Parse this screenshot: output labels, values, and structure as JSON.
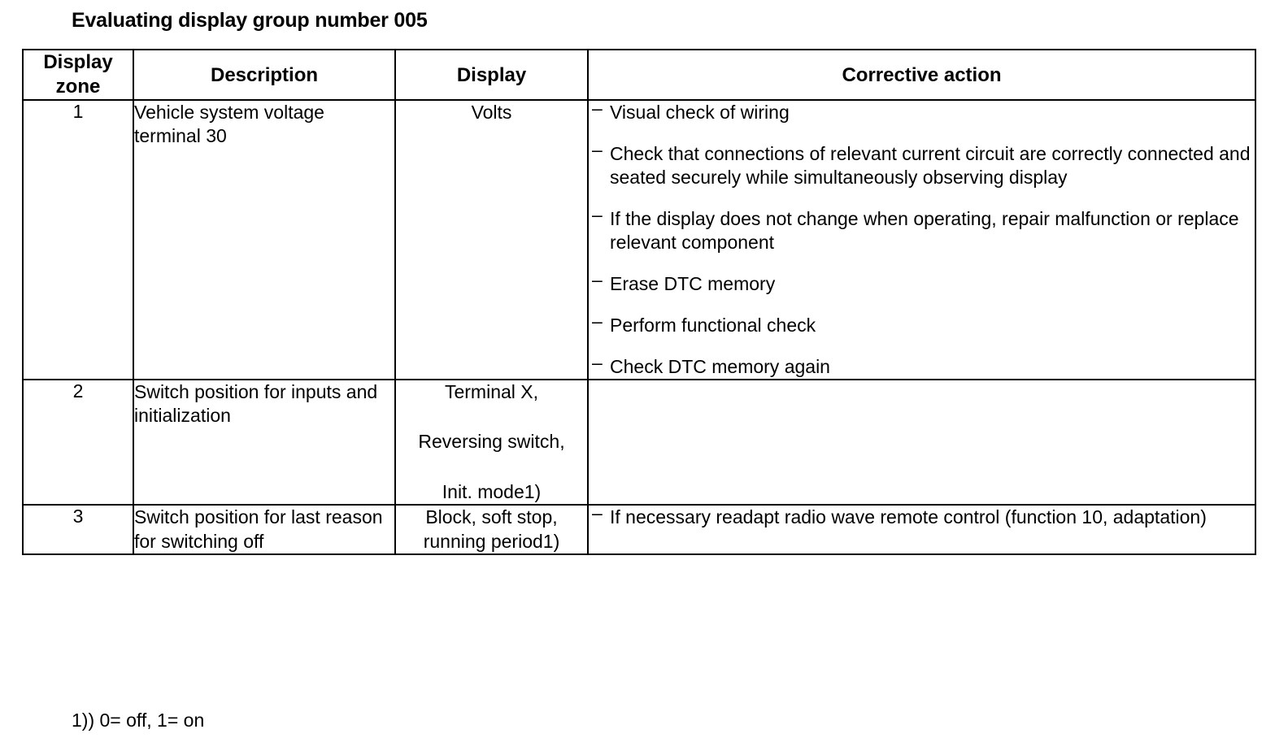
{
  "document": {
    "title": "Evaluating display group number 005",
    "footnote": "1)) 0= off, 1= on"
  },
  "table": {
    "headers": {
      "zone": "Display\nzone",
      "zone_line1": "Display",
      "zone_line2": "zone",
      "description": "Description",
      "display": "Display",
      "corrective_action": "Corrective action"
    },
    "rows": [
      {
        "zone": "1",
        "description": "Vehicle system voltage terminal 30",
        "display_lines": [
          "Volts"
        ],
        "corrective_actions": [
          "Visual check of wiring",
          "Check that connections of relevant current circuit are correctly connected and seated securely while simultaneously observing display",
          "If the display does not change when operating, repair malfunction or replace relevant component",
          "Erase DTC memory",
          "Perform functional check",
          "Check DTC memory again"
        ]
      },
      {
        "zone": "2",
        "description": "Switch position for inputs and initialization",
        "display_lines": [
          "Terminal X,",
          "Reversing switch,",
          "Init. mode1)"
        ],
        "corrective_actions": []
      },
      {
        "zone": "3",
        "description": "Switch position for last reason for switching off",
        "display_lines": [
          "Block, soft stop,",
          "running period1)"
        ],
        "corrective_actions": [
          "If necessary readapt radio wave remote control (function 10, adaptation)"
        ]
      }
    ],
    "bullet_marker": "–"
  },
  "colors": {
    "text": "#000000",
    "border": "#000000",
    "background": "#ffffff"
  }
}
